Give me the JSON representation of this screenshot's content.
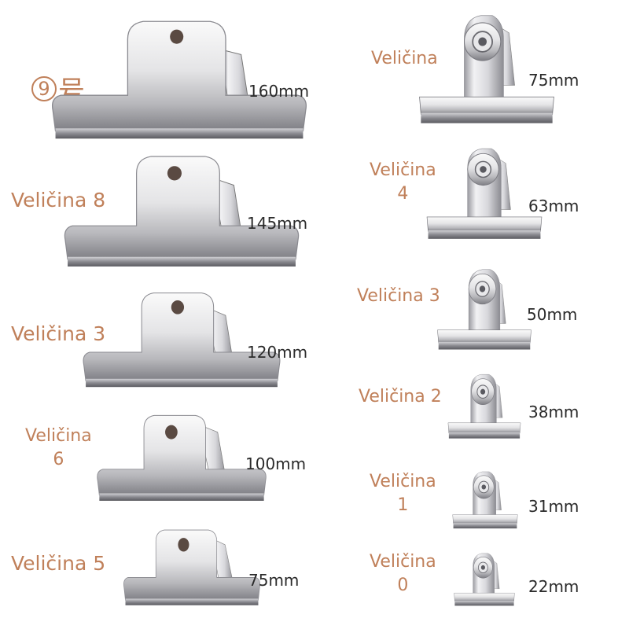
{
  "badge": {
    "number": "9",
    "suffix": "号"
  },
  "left_column": [
    {
      "label": "",
      "size": "160mm"
    },
    {
      "label": "Veličina 8",
      "size": "145mm"
    },
    {
      "label": "Veličina 3",
      "size": "120mm"
    },
    {
      "label_line1": "Veličina",
      "label_line2": "6",
      "size": "100mm"
    },
    {
      "label": "Veličina 5",
      "size": "75mm"
    }
  ],
  "right_column": [
    {
      "label": "Veličina",
      "size": "75mm"
    },
    {
      "label_line1": "Veličina",
      "label_line2": "4",
      "size": "63mm"
    },
    {
      "label": "Veličina 3",
      "size": "50mm"
    },
    {
      "label": "Veličina 2",
      "size": "38mm"
    },
    {
      "label_line1": "Veličina",
      "label_line2": "1",
      "size": "31mm"
    },
    {
      "label_line1": "Veličina",
      "label_line2": "0",
      "size": "22mm"
    }
  ],
  "colors": {
    "label": "#c0805a",
    "size": "#2a2a2a",
    "metal_light": "#f4f4f4",
    "metal_dark": "#8a8a8a"
  }
}
